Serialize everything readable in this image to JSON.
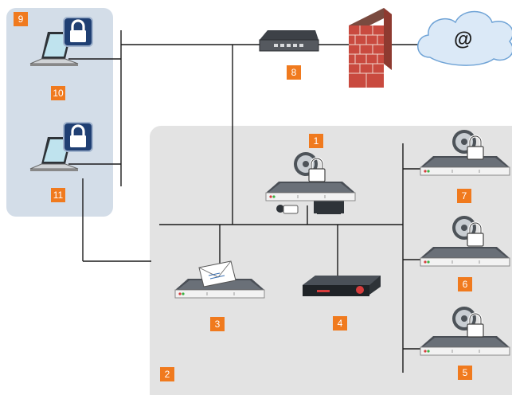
{
  "diagram": {
    "labels": {
      "n1": "1",
      "n2": "2",
      "n3": "3",
      "n4": "4",
      "n5": "5",
      "n6": "6",
      "n7": "7",
      "n8": "8",
      "n9": "9",
      "n10": "10",
      "n11": "11"
    },
    "cloud_symbol": "@",
    "colors": {
      "badge": "#f07a1e",
      "network_zone": "#e3e3e3",
      "client_zone": "#d3dde8",
      "firewall_brick": "#c94a3f",
      "cloud": "#dbe9f7",
      "lock_tile": "#1f3f73"
    },
    "icons": [
      "laptop-icon",
      "lock-icon",
      "server-icon",
      "disc-icon",
      "router-icon",
      "firewall-icon",
      "cloud-icon",
      "mail-icon",
      "appliance-icon",
      "monitor-icon"
    ]
  }
}
